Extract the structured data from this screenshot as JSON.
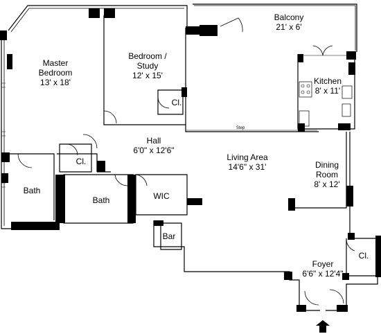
{
  "rooms": {
    "balcony": {
      "name": "Balcony",
      "dim": "21' x 6'"
    },
    "master": {
      "name1": "Master",
      "name2": "Bedroom",
      "dim": "13' x 18'"
    },
    "bedroom": {
      "name1": "Bedroom /",
      "name2": "Study",
      "dim": "12' x 15'"
    },
    "kitchen": {
      "name": "Kitchen",
      "dim": "8' x 11'"
    },
    "hall": {
      "name": "Hall",
      "dim": "6'0\" x 12'6\""
    },
    "living": {
      "name": "Living Area",
      "dim": "14'6\"  x 31'"
    },
    "dining": {
      "name1": "Dining",
      "name2": "Room",
      "dim": "8'  x 12'"
    },
    "bath1": {
      "name": "Bath"
    },
    "bath2": {
      "name": "Bath"
    },
    "wic": {
      "name": "WIC"
    },
    "bar": {
      "name": "Bar"
    },
    "foyer": {
      "name": "Foyer",
      "dim": "6'6\" x 12'4\""
    },
    "closet_bedroom": {
      "name": "Cl."
    },
    "closet_hall": {
      "name": "Cl."
    },
    "closet_foyer": {
      "name": "Cl."
    },
    "step": {
      "name": "Step"
    }
  },
  "colors": {
    "wall": "#000000",
    "background": "#ffffff"
  },
  "icons": {
    "entry": "entry-arrow-icon"
  }
}
